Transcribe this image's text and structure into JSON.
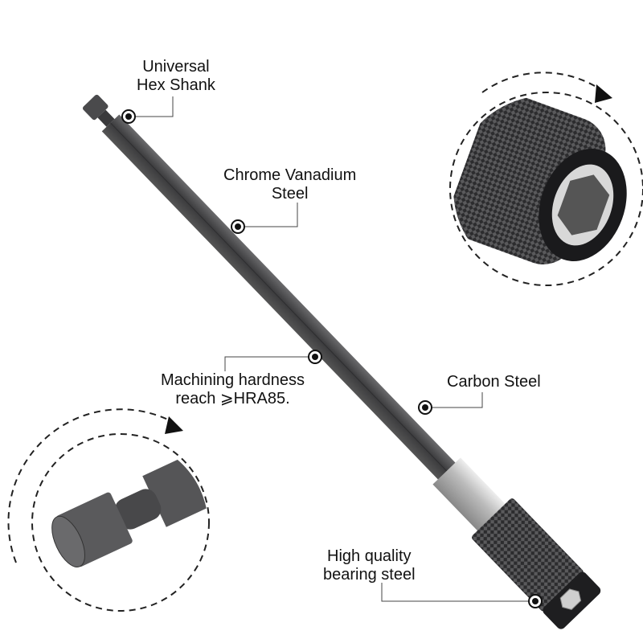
{
  "labels": {
    "hex_shank": [
      "Universal",
      "Hex Shank"
    ],
    "chrome_vanadium": [
      "Chrome Vanadium",
      "Steel"
    ],
    "hardness": [
      "Machining hardness",
      "reach ⩾HRA85."
    ],
    "carbon_steel": [
      "Carbon Steel"
    ],
    "bearing_steel": [
      "High quality",
      "bearing steel"
    ]
  },
  "colors": {
    "shaft": "#4a4a4c",
    "sleeve": "#c8c8c8",
    "collar": "#2a2a2c",
    "text": "#111111"
  },
  "icons": [
    "callout-dot-icon",
    "rotate-arrow-icon"
  ]
}
